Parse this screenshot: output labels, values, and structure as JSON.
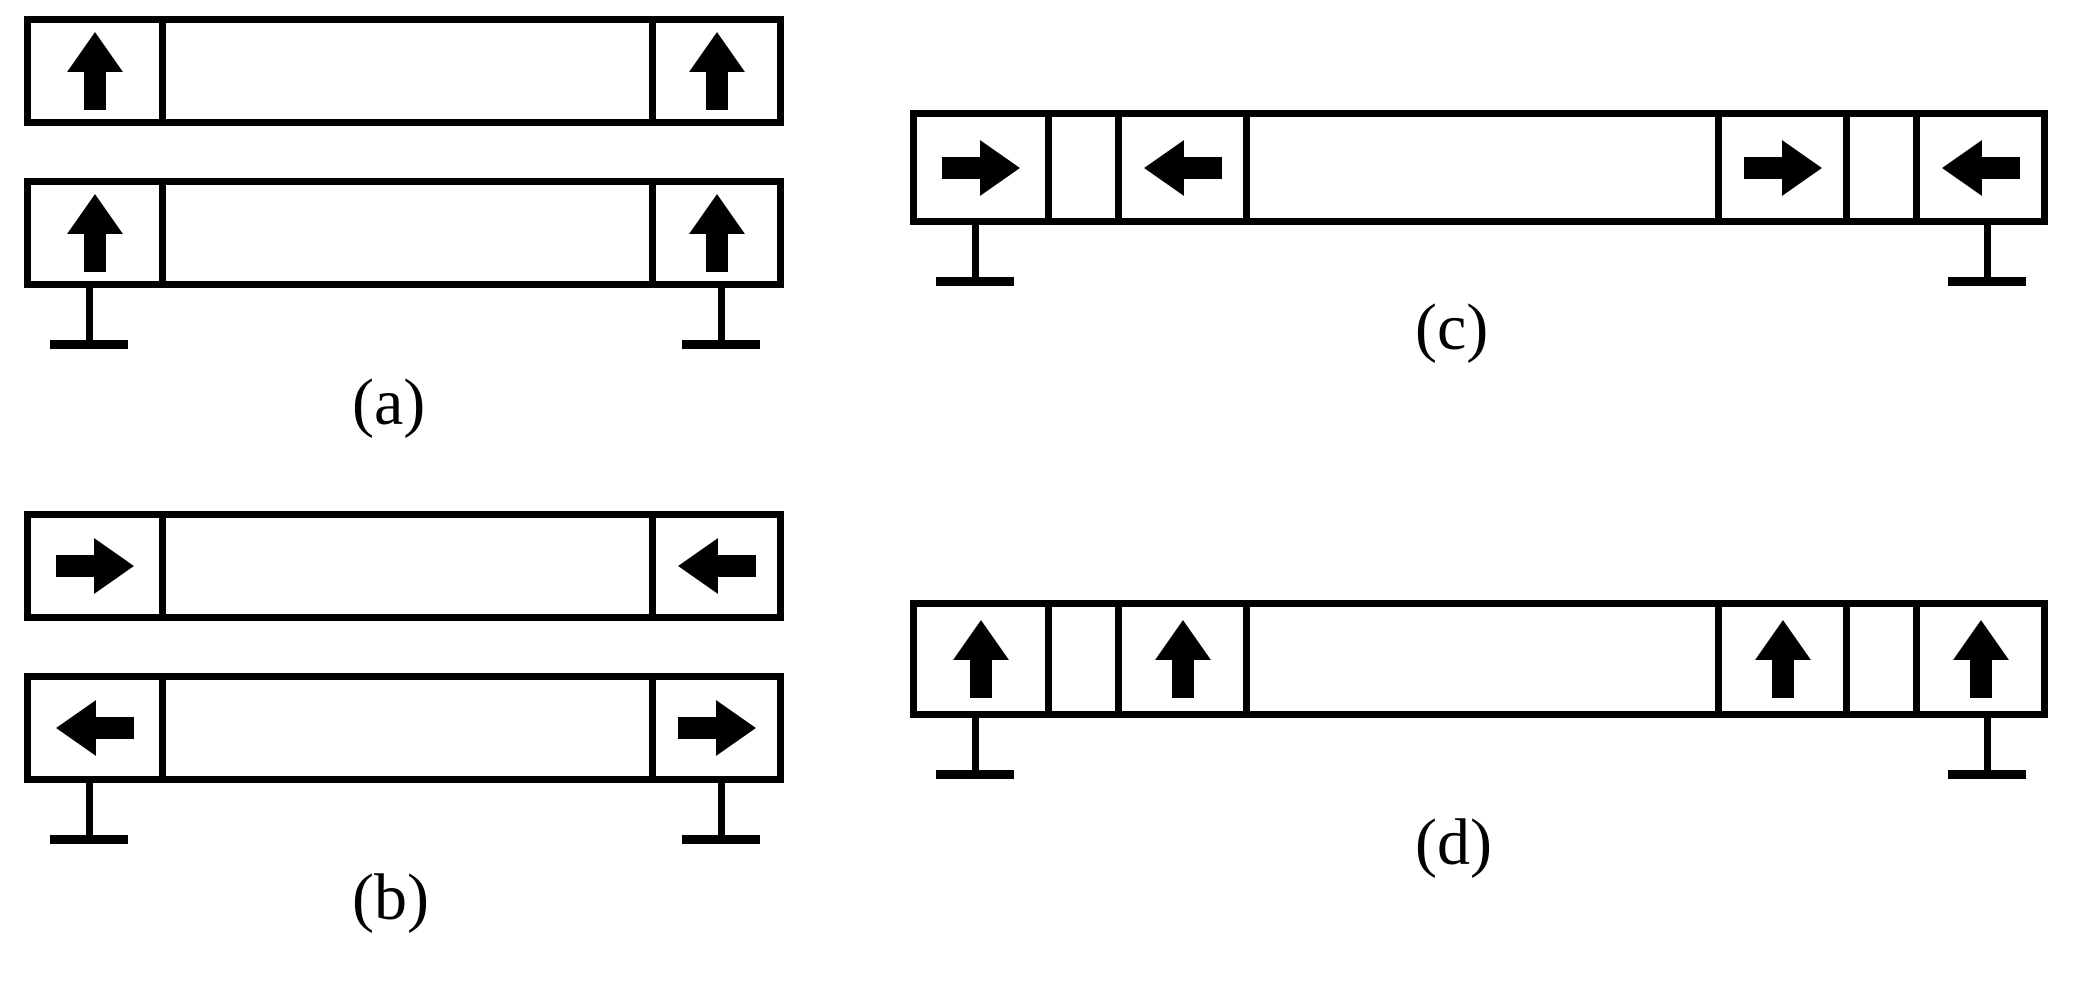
{
  "figure": {
    "background_color": "#ffffff",
    "stroke_color": "#000000",
    "panels": [
      {
        "id": "a",
        "label": "(a)",
        "bars": [
          {
            "id": "a-bar-1",
            "cells": [
              {
                "icon": "arrow-up-icon",
                "direction": "up",
                "kind": "electrode"
              },
              {
                "icon": "empty-cell",
                "direction": "none",
                "kind": "proof-mass"
              },
              {
                "icon": "arrow-up-icon",
                "direction": "up",
                "kind": "electrode"
              }
            ],
            "grounds": []
          },
          {
            "id": "a-bar-2",
            "cells": [
              {
                "icon": "arrow-up-icon",
                "direction": "up",
                "kind": "electrode"
              },
              {
                "icon": "empty-cell",
                "direction": "none",
                "kind": "proof-mass"
              },
              {
                "icon": "arrow-up-icon",
                "direction": "up",
                "kind": "electrode"
              }
            ],
            "grounds": [
              "left",
              "right"
            ]
          }
        ]
      },
      {
        "id": "b",
        "label": "(b)",
        "bars": [
          {
            "id": "b-bar-1",
            "cells": [
              {
                "icon": "arrow-right-icon",
                "direction": "right",
                "kind": "electrode"
              },
              {
                "icon": "empty-cell",
                "direction": "none",
                "kind": "proof-mass"
              },
              {
                "icon": "arrow-left-icon",
                "direction": "left",
                "kind": "electrode"
              }
            ],
            "grounds": []
          },
          {
            "id": "b-bar-2",
            "cells": [
              {
                "icon": "arrow-left-icon",
                "direction": "left",
                "kind": "electrode"
              },
              {
                "icon": "empty-cell",
                "direction": "none",
                "kind": "proof-mass"
              },
              {
                "icon": "arrow-right-icon",
                "direction": "right",
                "kind": "electrode"
              }
            ],
            "grounds": [
              "left",
              "right"
            ]
          }
        ]
      },
      {
        "id": "c",
        "label": "(c)",
        "bars": [
          {
            "id": "c-bar-1",
            "cells": [
              {
                "icon": "arrow-right-icon",
                "direction": "right",
                "kind": "electrode"
              },
              {
                "icon": "empty-cell",
                "direction": "none",
                "kind": "spacer"
              },
              {
                "icon": "arrow-left-icon",
                "direction": "left",
                "kind": "electrode"
              },
              {
                "icon": "empty-cell",
                "direction": "none",
                "kind": "proof-mass"
              },
              {
                "icon": "arrow-right-icon",
                "direction": "right",
                "kind": "electrode"
              },
              {
                "icon": "empty-cell",
                "direction": "none",
                "kind": "spacer"
              },
              {
                "icon": "arrow-left-icon",
                "direction": "left",
                "kind": "electrode"
              }
            ],
            "grounds": [
              "left",
              "right"
            ]
          }
        ]
      },
      {
        "id": "d",
        "label": "(d)",
        "bars": [
          {
            "id": "d-bar-1",
            "cells": [
              {
                "icon": "arrow-up-icon",
                "direction": "up",
                "kind": "electrode"
              },
              {
                "icon": "empty-cell",
                "direction": "none",
                "kind": "spacer"
              },
              {
                "icon": "arrow-up-icon",
                "direction": "up",
                "kind": "electrode"
              },
              {
                "icon": "empty-cell",
                "direction": "none",
                "kind": "proof-mass"
              },
              {
                "icon": "arrow-up-icon",
                "direction": "up",
                "kind": "electrode"
              },
              {
                "icon": "empty-cell",
                "direction": "none",
                "kind": "spacer"
              },
              {
                "icon": "arrow-up-icon",
                "direction": "up",
                "kind": "electrode"
              }
            ],
            "grounds": [
              "left",
              "right"
            ]
          }
        ]
      }
    ]
  }
}
